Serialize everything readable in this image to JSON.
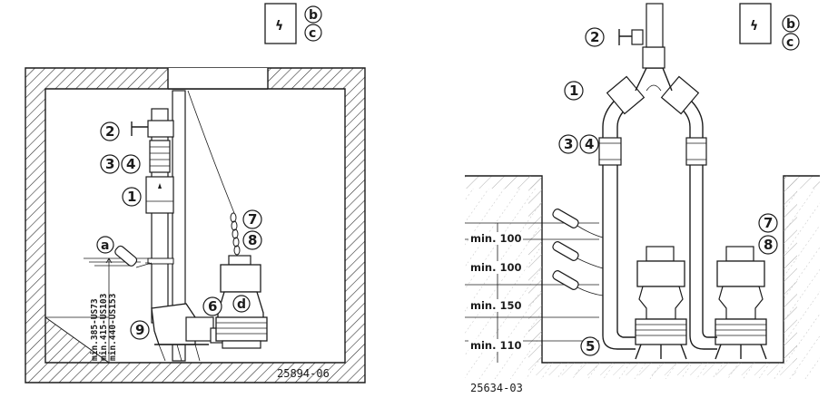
{
  "left_figure": {
    "callouts": [
      "1",
      "2",
      "3",
      "4",
      "6",
      "7",
      "8",
      "9"
    ],
    "letter_callouts": [
      "a",
      "b",
      "c",
      "d"
    ],
    "level_labels": [
      "min.385-US73",
      "min.415-US103",
      "min.440-US153"
    ],
    "figure_code": "25894-06",
    "power_symbol": "ϟ"
  },
  "right_figure": {
    "callouts": [
      "1",
      "2",
      "3",
      "4",
      "5",
      "7",
      "8"
    ],
    "letter_callouts": [
      "b",
      "c"
    ],
    "dimensions": [
      "min. 100",
      "min. 100",
      "min. 150",
      "min. 110"
    ],
    "figure_code": "25634-03",
    "power_symbol": "ϟ"
  }
}
